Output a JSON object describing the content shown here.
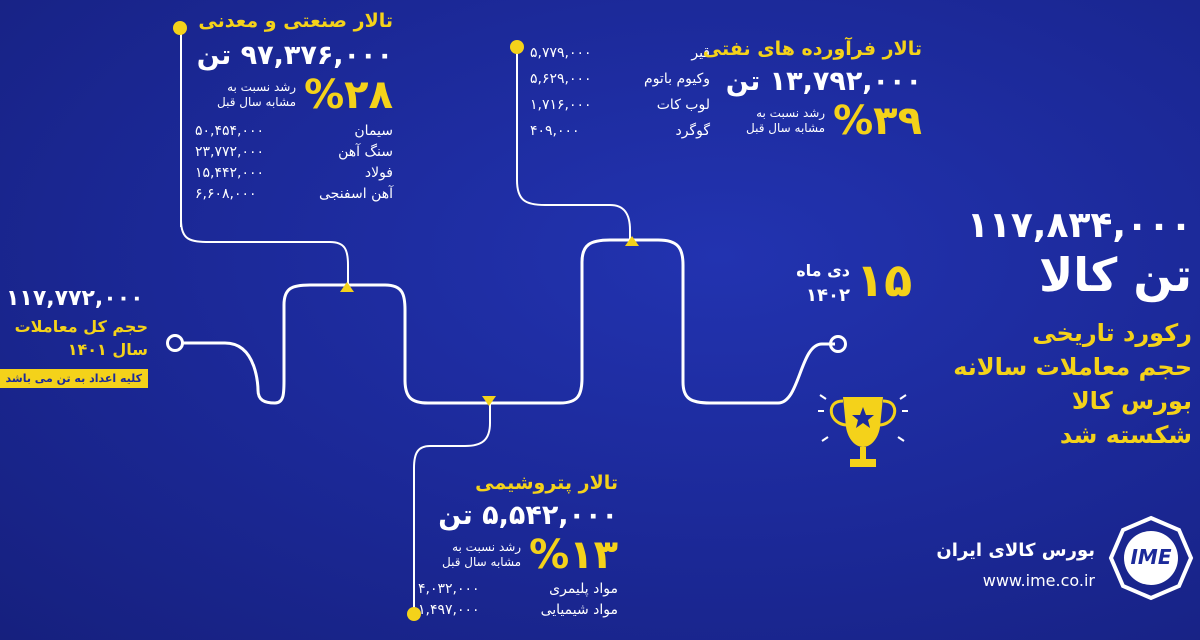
{
  "colors": {
    "background": "#1c2a9a",
    "accent": "#f4d21a",
    "text": "#ffffff"
  },
  "industrial_hall": {
    "title": "تالار صنعتی و معدنی",
    "total": "۹۷,۳۷۶,۰۰۰ تن",
    "growth": "%۲۸",
    "growth_note_1": "رشد نسبت به",
    "growth_note_2": "مشابه سال قبل",
    "items": [
      {
        "label": "سیمان",
        "value": "۵۰,۴۵۴,۰۰۰"
      },
      {
        "label": "سنگ آهن",
        "value": "۲۳,۷۷۲,۰۰۰"
      },
      {
        "label": "فولاد",
        "value": "۱۵,۴۴۲,۰۰۰"
      },
      {
        "label": "آهن اسفنجی",
        "value": "۶,۶۰۸,۰۰۰"
      }
    ]
  },
  "oil_hall": {
    "title": "تالار فرآورده های نفتی",
    "total": "۱۳,۷۹۲,۰۰۰ تن",
    "growth": "%۳۹",
    "growth_note_1": "رشد نسبت به",
    "growth_note_2": "مشابه سال قبل",
    "items": [
      {
        "label": "قیر",
        "value": "۵,۷۷۹,۰۰۰"
      },
      {
        "label": "وکیوم باتوم",
        "value": "۵,۶۲۹,۰۰۰"
      },
      {
        "label": "لوب کات",
        "value": "۱,۷۱۶,۰۰۰"
      },
      {
        "label": "گوگرد",
        "value": "۴۰۹,۰۰۰"
      }
    ]
  },
  "petro_hall": {
    "title": "تالار پتروشیمی",
    "total": "۵,۵۴۲,۰۰۰ تن",
    "growth": "%۱۳",
    "growth_note_1": "رشد نسبت به",
    "growth_note_2": "مشابه سال قبل",
    "items": [
      {
        "label": "مواد پلیمری",
        "value": "۴,۰۳۲,۰۰۰"
      },
      {
        "label": "مواد شیمیایی",
        "value": "۱,۴۹۷,۰۰۰"
      }
    ]
  },
  "previous_year": {
    "total": "۱۱۷,۷۷۲,۰۰۰",
    "label_1": "حجم کل معاملات",
    "label_2": "سال ۱۴۰۱",
    "note": "کلیه اعداد به تن می باشد"
  },
  "record": {
    "total": "۱۱۷,۸۳۴,۰۰۰",
    "unit": "تن کالا",
    "day": "۱۵",
    "month": "دی ماه",
    "year": "۱۴۰۲",
    "lines": [
      "رکورد تاریخی",
      "حجم معاملات سالانه",
      "بورس کالا",
      "شکسته شد"
    ]
  },
  "brand": {
    "name": "بورس کالای ایران",
    "url": "www.ime.co.ir",
    "logo_text": "IME"
  },
  "icons": {
    "trophy": "trophy-icon",
    "logo": "ime-logo"
  }
}
